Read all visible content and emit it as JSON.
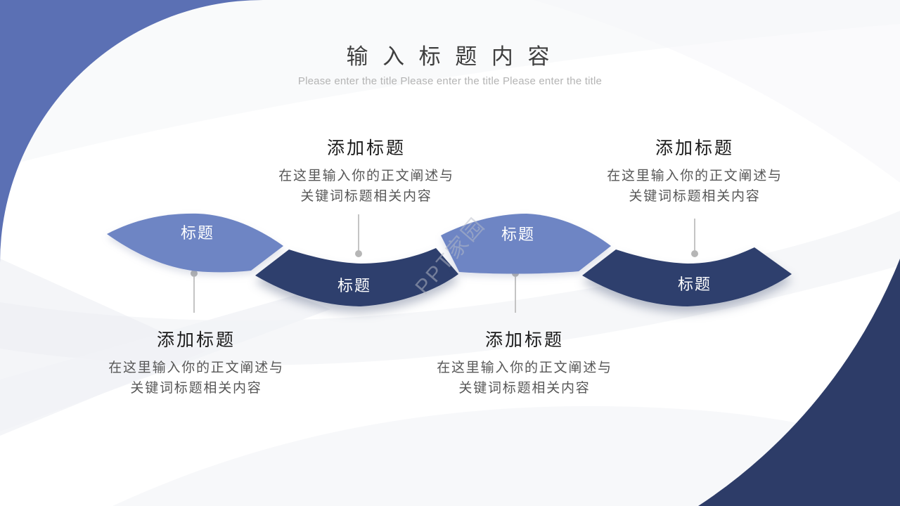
{
  "header": {
    "title": "输 入 标 题 内 容",
    "subtitle": "Please enter the title Please enter the title Please enter the title"
  },
  "waves": [
    {
      "label": "标题",
      "tone": "light"
    },
    {
      "label": "标题",
      "tone": "dark"
    },
    {
      "label": "标题",
      "tone": "light"
    },
    {
      "label": "标题",
      "tone": "dark"
    }
  ],
  "callouts": [
    {
      "heading": "添加标题",
      "body_lines": [
        "在这里输入你的正文阐述与",
        "关键词标题相关内容"
      ],
      "position": "top"
    },
    {
      "heading": "添加标题",
      "body_lines": [
        "在这里输入你的正文阐述与",
        "关键词标题相关内容"
      ],
      "position": "top"
    },
    {
      "heading": "添加标题",
      "body_lines": [
        "在这里输入你的正文阐述与",
        "关键词标题相关内容"
      ],
      "position": "bottom"
    },
    {
      "heading": "添加标题",
      "body_lines": [
        "在这里输入你的正文阐述与",
        "关键词标题相关内容"
      ],
      "position": "bottom"
    }
  ],
  "watermark": {
    "text": "PPT家园"
  },
  "colors": {
    "corner_light": "#5B70B4",
    "corner_dark": "#2D3C68",
    "wave_light": "#6E85C4",
    "wave_dark": "#2E3F6D",
    "connector_line": "#c4c4c4",
    "connector_dot": "#b6b6b6",
    "title_text": "#3f3f3f",
    "subtitle_text": "#b4b4b4",
    "heading_text": "#1b1b1b",
    "body_text": "#575757"
  }
}
